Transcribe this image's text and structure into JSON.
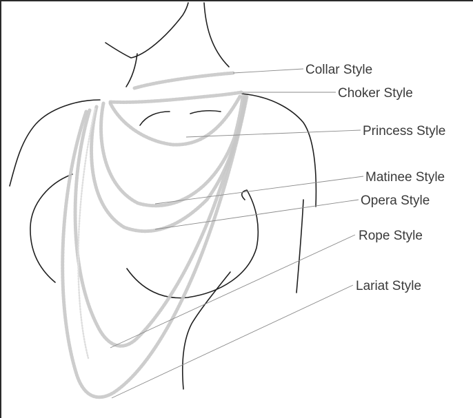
{
  "labels": {
    "collar": "Collar Style",
    "choker": "Choker Style",
    "princess": "Princess Style",
    "matinee": "Matinee Style",
    "opera": "Opera Style",
    "rope": "Rope Style",
    "lariat": "Lariat Style"
  },
  "colors": {
    "outline": "#1f1f1f",
    "pearls": "#c8c8c8",
    "leader_line": "#8a8a8a",
    "label_text": "#3a3a3a"
  }
}
